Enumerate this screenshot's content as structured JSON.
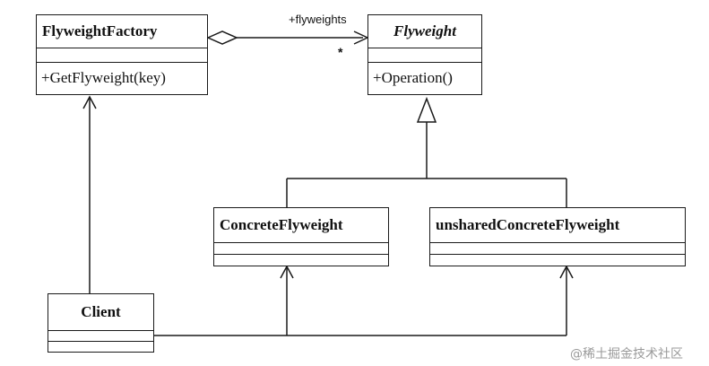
{
  "classes": {
    "flyweight_factory": {
      "name": "FlyweightFactory",
      "operation": "+GetFlyweight(key)"
    },
    "flyweight": {
      "name": "Flyweight",
      "operation": "+Operation()"
    },
    "concrete_flyweight": {
      "name": "ConcreteFlyweight"
    },
    "unshared_concrete_flyweight": {
      "name": "unsharedConcreteFlyweight"
    },
    "client": {
      "name": "Client"
    }
  },
  "associations": {
    "flyweights_role": "+flyweights",
    "flyweights_multiplicity": "*"
  },
  "watermark": "@稀土掘金技术社区"
}
